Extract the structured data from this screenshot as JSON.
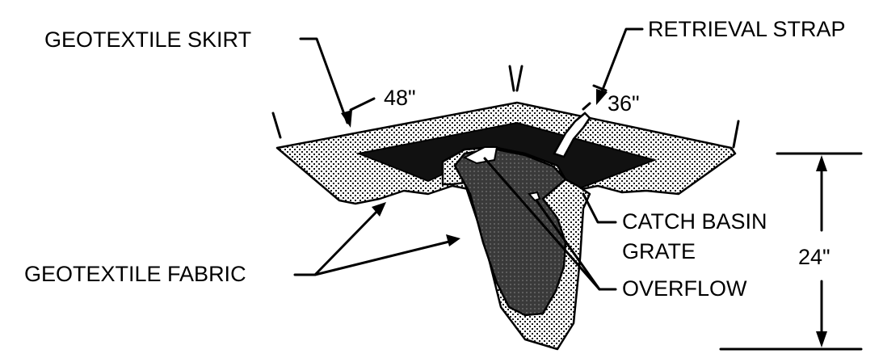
{
  "labels": {
    "skirt": "GEOTEXTILE SKIRT",
    "strap": "RETRIEVAL STRAP",
    "fabric": "GEOTEXTILE FABRIC",
    "grate_line1": "CATCH BASIN",
    "grate_line2": "GRATE",
    "overflow": "OVERFLOW"
  },
  "dimensions": {
    "width": "48\"",
    "length": "36\"",
    "depth": "24\""
  },
  "colors": {
    "ink": "#000000",
    "fabric_fill": "#d9d9d9",
    "grate_fill": "#111111",
    "bag_interior": "#3a3a3a",
    "background": "#ffffff"
  }
}
